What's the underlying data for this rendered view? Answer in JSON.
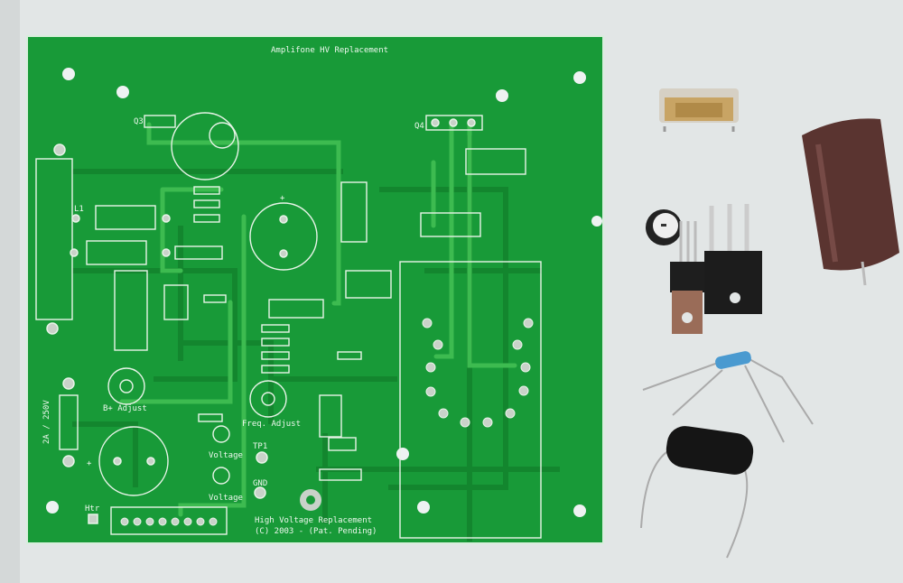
{
  "pcb": {
    "title": "Amplifone HV Replacement",
    "labels": {
      "q3": "Q3",
      "q4": "Q4",
      "l1": "L1",
      "b_adjust": "B+ Adjust",
      "freq_adjust": "Freq. Adjust",
      "voltage_1": "Voltage",
      "voltage_2": "Voltage",
      "tp1": "TP1",
      "gnd": "GND",
      "htr": "Htr",
      "fuse_rating": "2A / 250V",
      "plus_1": "+",
      "plus_2": "+"
    },
    "footer_line1": "High Voltage Replacement",
    "footer_line2": "(C)  2003 - (Pat. Pending)",
    "board_color": "#189a38"
  },
  "loose_components": [
    {
      "name": "fuse-holder"
    },
    {
      "name": "electrolytic-capacitor",
      "color": "#5a3430"
    },
    {
      "name": "trimmer-potentiometer"
    },
    {
      "name": "to-220-transistor"
    },
    {
      "name": "to-247-transistor"
    },
    {
      "name": "resistor"
    },
    {
      "name": "inductor"
    }
  ]
}
